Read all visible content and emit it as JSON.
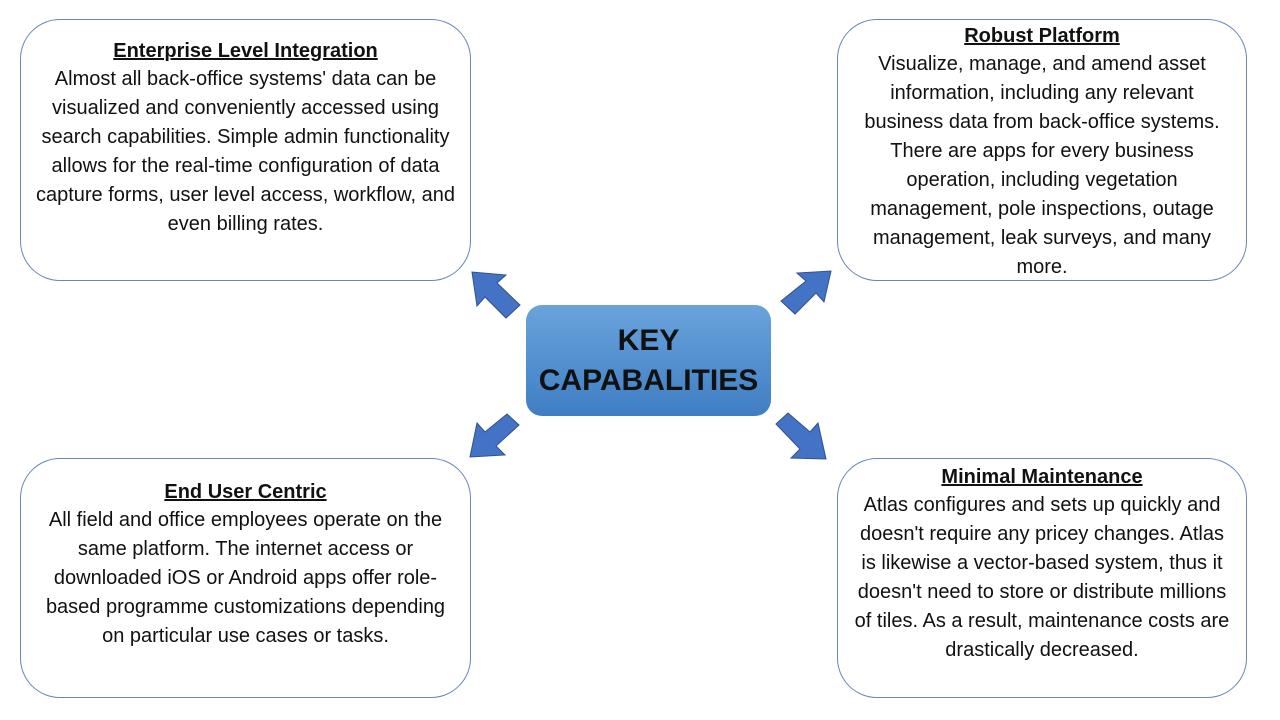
{
  "center": {
    "line1": "KEY",
    "line2": "CAPABALITIES",
    "fill": "#5b9bd5"
  },
  "cards": [
    {
      "title": "Enterprise Level Integration",
      "body": "Almost all back-office systems' data can be visualized and conveniently accessed using search capabilities. Simple admin functionality allows for the real-time configuration of data capture forms, user level access, workflow, and even billing rates."
    },
    {
      "title": "Robust Platform",
      "body": "Visualize, manage, and amend asset information, including any relevant business data from back-office systems. There are apps for every business operation, including vegetation management, pole inspections, outage management, leak surveys, and many more."
    },
    {
      "title": "End User Centric",
      "body": "All field and office employees operate on the same platform. The internet access or downloaded iOS or Android apps offer role-based programme customizations depending on particular use cases or tasks."
    },
    {
      "title": "Minimal Maintenance",
      "body": "Atlas configures and sets up quickly and doesn't require any pricey changes. Atlas is likewise a vector-based system, thus it doesn't need to store or distribute millions of tiles. As a result, maintenance costs are drastically decreased."
    }
  ],
  "colors": {
    "arrow": "#4472c4",
    "arrow_stroke": "#2f528f",
    "card_border": "#6a86b8"
  }
}
